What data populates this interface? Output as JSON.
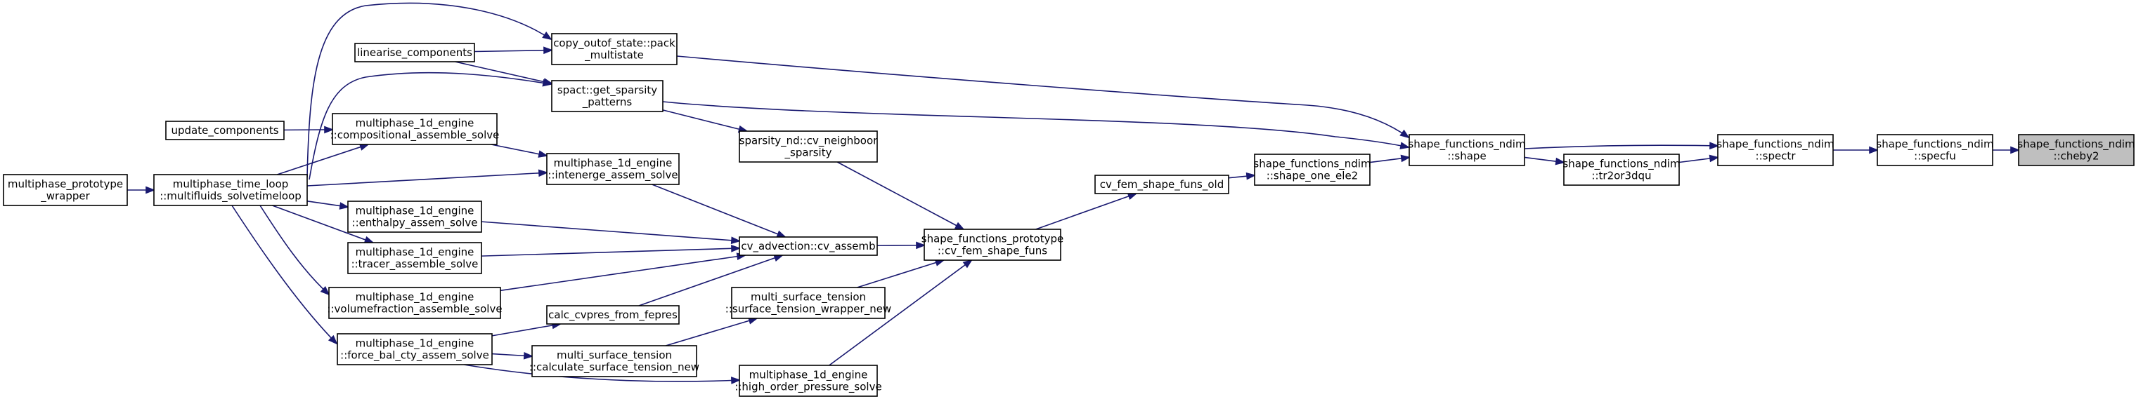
{
  "graph": {
    "type": "call-graph",
    "colors": {
      "edge": "#191970",
      "focus_fill": "#bfbfbf",
      "node_border": "#000000",
      "node_fill": "#ffffff"
    },
    "nodes": [
      {
        "id": "cheby2",
        "lines": [
          "shape_functions_ndim",
          "::cheby2"
        ],
        "focus": true
      },
      {
        "id": "specfu",
        "lines": [
          "shape_functions_ndim",
          "::specfu"
        ]
      },
      {
        "id": "spectr",
        "lines": [
          "shape_functions_ndim",
          "::spectr"
        ]
      },
      {
        "id": "shape",
        "lines": [
          "shape_functions_ndim",
          "::shape"
        ]
      },
      {
        "id": "tr2or3dqu",
        "lines": [
          "shape_functions_ndim",
          "::tr2or3dqu"
        ]
      },
      {
        "id": "shape_one_ele2",
        "lines": [
          "shape_functions_ndim",
          "::shape_one_ele2"
        ]
      },
      {
        "id": "cv_fem_shape_funs_old",
        "lines": [
          "cv_fem_shape_funs_old"
        ]
      },
      {
        "id": "cv_fem_shape_funs",
        "lines": [
          "shape_functions_prototype",
          "::cv_fem_shape_funs"
        ]
      },
      {
        "id": "cv_neighboor_sparsity",
        "lines": [
          "sparsity_nd::cv_neighboor",
          "_sparsity"
        ]
      },
      {
        "id": "cv_assemb",
        "lines": [
          "cv_advection::cv_assemb"
        ]
      },
      {
        "id": "surface_tension_wrapper_new",
        "lines": [
          "multi_surface_tension",
          "::surface_tension_wrapper_new"
        ]
      },
      {
        "id": "high_order_pressure_solve",
        "lines": [
          "multiphase_1d_engine",
          "::high_order_pressure_solve"
        ]
      },
      {
        "id": "pack_multistate",
        "lines": [
          "copy_outof_state::pack",
          "_multistate"
        ]
      },
      {
        "id": "get_sparsity_patterns",
        "lines": [
          "spact::get_sparsity",
          "_patterns"
        ]
      },
      {
        "id": "linearise_components",
        "lines": [
          "linearise_components"
        ]
      },
      {
        "id": "intenerge_assem_solve",
        "lines": [
          "multiphase_1d_engine",
          "::intenerge_assem_solve"
        ]
      },
      {
        "id": "calc_cvpres_from_fepres",
        "lines": [
          "calc_cvpres_from_fepres"
        ]
      },
      {
        "id": "calculate_surface_tension_new",
        "lines": [
          "multi_surface_tension",
          "::calculate_surface_tension_new"
        ]
      },
      {
        "id": "compositional_assemble_solve",
        "lines": [
          "multiphase_1d_engine",
          "::compositional_assemble_solve"
        ]
      },
      {
        "id": "enthalpy_assem_solve",
        "lines": [
          "multiphase_1d_engine",
          "::enthalpy_assem_solve"
        ]
      },
      {
        "id": "tracer_assemble_solve",
        "lines": [
          "multiphase_1d_engine",
          "::tracer_assemble_solve"
        ]
      },
      {
        "id": "volumefraction_assemble_solve",
        "lines": [
          "multiphase_1d_engine",
          "::volumefraction_assemble_solve"
        ]
      },
      {
        "id": "force_bal_cty_assem_solve",
        "lines": [
          "multiphase_1d_engine",
          "::force_bal_cty_assem_solve"
        ]
      },
      {
        "id": "update_components",
        "lines": [
          "update_components"
        ]
      },
      {
        "id": "multifluids_solvetimeloop",
        "lines": [
          "multiphase_time_loop",
          "::multifluids_solvetimeloop"
        ]
      },
      {
        "id": "multiphase_prototype_wrapper",
        "lines": [
          "multiphase_prototype",
          "_wrapper"
        ]
      }
    ],
    "edges": [
      {
        "from": "specfu",
        "to": "cheby2"
      },
      {
        "from": "spectr",
        "to": "specfu"
      },
      {
        "from": "shape",
        "to": "spectr"
      },
      {
        "from": "tr2or3dqu",
        "to": "spectr"
      },
      {
        "from": "shape",
        "to": "tr2or3dqu"
      },
      {
        "from": "shape_one_ele2",
        "to": "shape"
      },
      {
        "from": "pack_multistate",
        "to": "shape"
      },
      {
        "from": "get_sparsity_patterns",
        "to": "shape"
      },
      {
        "from": "cv_fem_shape_funs_old",
        "to": "shape_one_ele2"
      },
      {
        "from": "cv_fem_shape_funs",
        "to": "cv_fem_shape_funs_old"
      },
      {
        "from": "cv_neighboor_sparsity",
        "to": "cv_fem_shape_funs"
      },
      {
        "from": "cv_assemb",
        "to": "cv_fem_shape_funs"
      },
      {
        "from": "surface_tension_wrapper_new",
        "to": "cv_fem_shape_funs"
      },
      {
        "from": "high_order_pressure_solve",
        "to": "cv_fem_shape_funs"
      },
      {
        "from": "get_sparsity_patterns",
        "to": "cv_neighboor_sparsity"
      },
      {
        "from": "linearise_components",
        "to": "pack_multistate"
      },
      {
        "from": "multifluids_solvetimeloop",
        "to": "pack_multistate"
      },
      {
        "from": "linearise_components",
        "to": "get_sparsity_patterns"
      },
      {
        "from": "multifluids_solvetimeloop",
        "to": "get_sparsity_patterns"
      },
      {
        "from": "intenerge_assem_solve",
        "to": "cv_assemb"
      },
      {
        "from": "enthalpy_assem_solve",
        "to": "cv_assemb"
      },
      {
        "from": "tracer_assemble_solve",
        "to": "cv_assemb"
      },
      {
        "from": "volumefraction_assemble_solve",
        "to": "cv_assemb"
      },
      {
        "from": "calc_cvpres_from_fepres",
        "to": "cv_assemb"
      },
      {
        "from": "compositional_assemble_solve",
        "to": "intenerge_assem_solve"
      },
      {
        "from": "multifluids_solvetimeloop",
        "to": "intenerge_assem_solve"
      },
      {
        "from": "force_bal_cty_assem_solve",
        "to": "calc_cvpres_from_fepres"
      },
      {
        "from": "calculate_surface_tension_new",
        "to": "surface_tension_wrapper_new"
      },
      {
        "from": "force_bal_cty_assem_solve",
        "to": "calculate_surface_tension_new"
      },
      {
        "from": "force_bal_cty_assem_solve",
        "to": "high_order_pressure_solve"
      },
      {
        "from": "update_components",
        "to": "compositional_assemble_solve"
      },
      {
        "from": "multifluids_solvetimeloop",
        "to": "compositional_assemble_solve"
      },
      {
        "from": "multifluids_solvetimeloop",
        "to": "enthalpy_assem_solve"
      },
      {
        "from": "multifluids_solvetimeloop",
        "to": "tracer_assemble_solve"
      },
      {
        "from": "multifluids_solvetimeloop",
        "to": "volumefraction_assemble_solve"
      },
      {
        "from": "multifluids_solvetimeloop",
        "to": "force_bal_cty_assem_solve"
      },
      {
        "from": "multiphase_prototype_wrapper",
        "to": "multifluids_solvetimeloop"
      }
    ]
  }
}
